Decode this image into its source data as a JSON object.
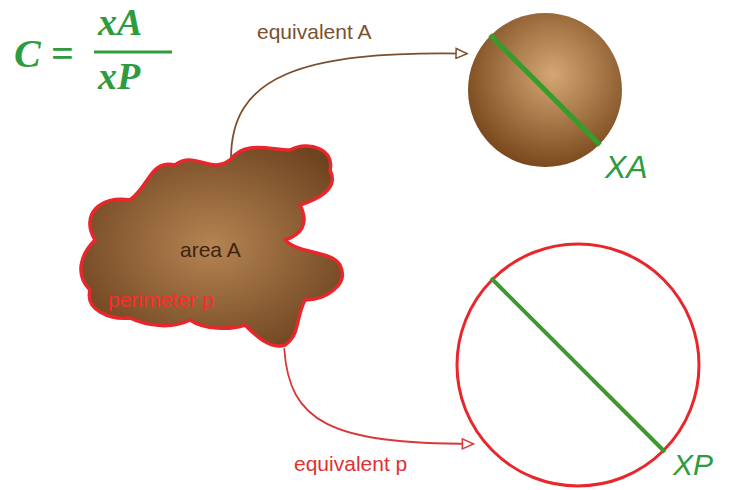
{
  "diagram": {
    "nodes": [
      {
        "text": [
          "area A",
          "perimeter p"
        ]
      },
      {
        "text": [
          "XA"
        ]
      },
      {
        "text": [
          "XP"
        ]
      }
    ],
    "edges": [
      {
        "from": 0,
        "to": 1,
        "arrow": "to",
        "label": "equivalent A"
      },
      {
        "from": 0,
        "to": 2,
        "arrow": "to",
        "label": "equivalent p"
      }
    ],
    "labels": [
      "C =",
      "xA",
      "xP"
    ]
  }
}
